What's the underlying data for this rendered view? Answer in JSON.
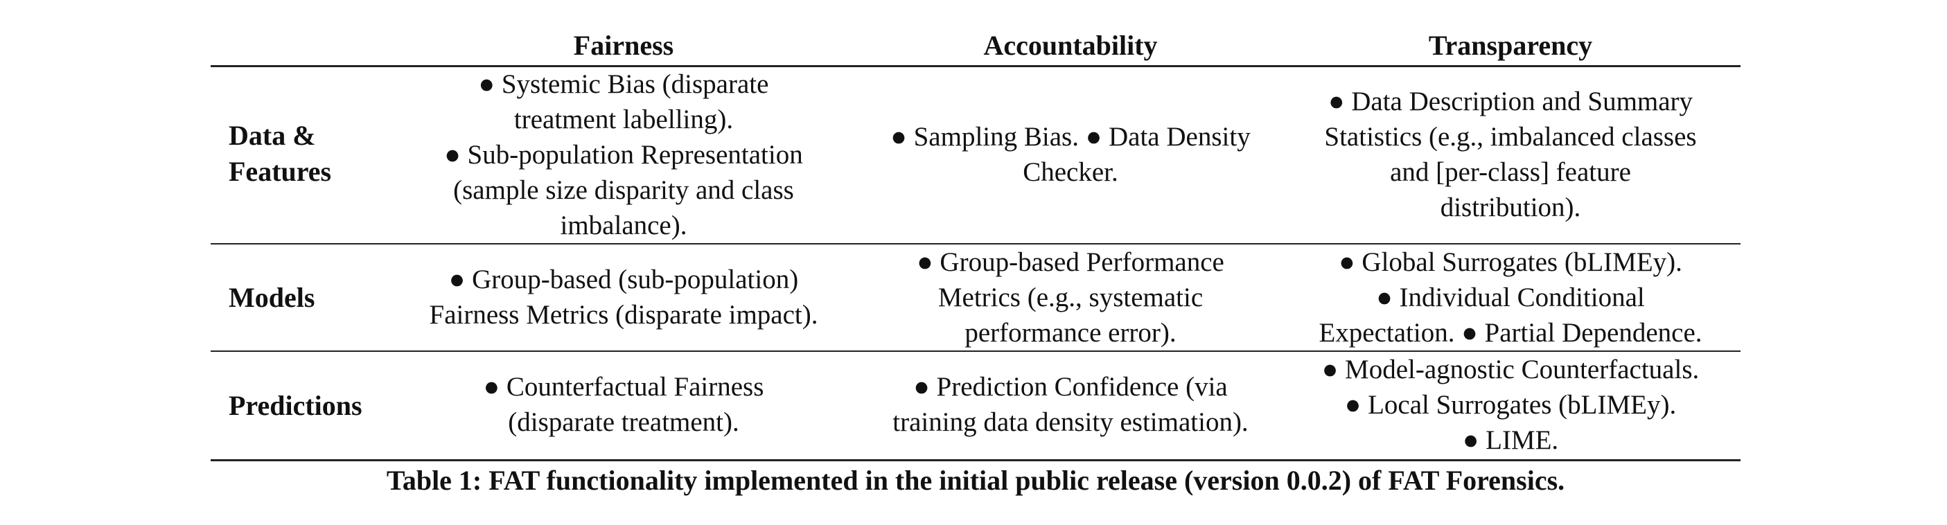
{
  "table": {
    "columns": [
      "Fairness",
      "Accountability",
      "Transparency"
    ],
    "rows": [
      {
        "label": "Data &\nFeatures",
        "cells": [
          "● Systemic Bias (disparate\ntreatment labelling).\n● Sub-population Representation\n(sample size disparity and class\nimbalance).",
          "● Sampling Bias. ● Data Density\nChecker.",
          "● Data Description and Summary\nStatistics (e.g., imbalanced classes\nand [per-class] feature\ndistribution)."
        ]
      },
      {
        "label": "Models",
        "cells": [
          "● Group-based (sub-population)\nFairness Metrics (disparate impact).",
          "● Group-based Performance\nMetrics (e.g., systematic\nperformance error).",
          "● Global Surrogates (bLIMEy).\n● Individual Conditional\nExpectation. ● Partial Dependence."
        ]
      },
      {
        "label": "Predictions",
        "cells": [
          "● Counterfactual Fairness\n(disparate treatment).",
          "● Prediction Confidence (via\ntraining data density estimation).",
          "● Model-agnostic Counterfactuals.\n● Local Surrogates (bLIMEy).\n● LIME."
        ]
      }
    ],
    "caption": "Table 1: FAT functionality implemented in the initial public release (version 0.0.2) of FAT Forensics."
  }
}
